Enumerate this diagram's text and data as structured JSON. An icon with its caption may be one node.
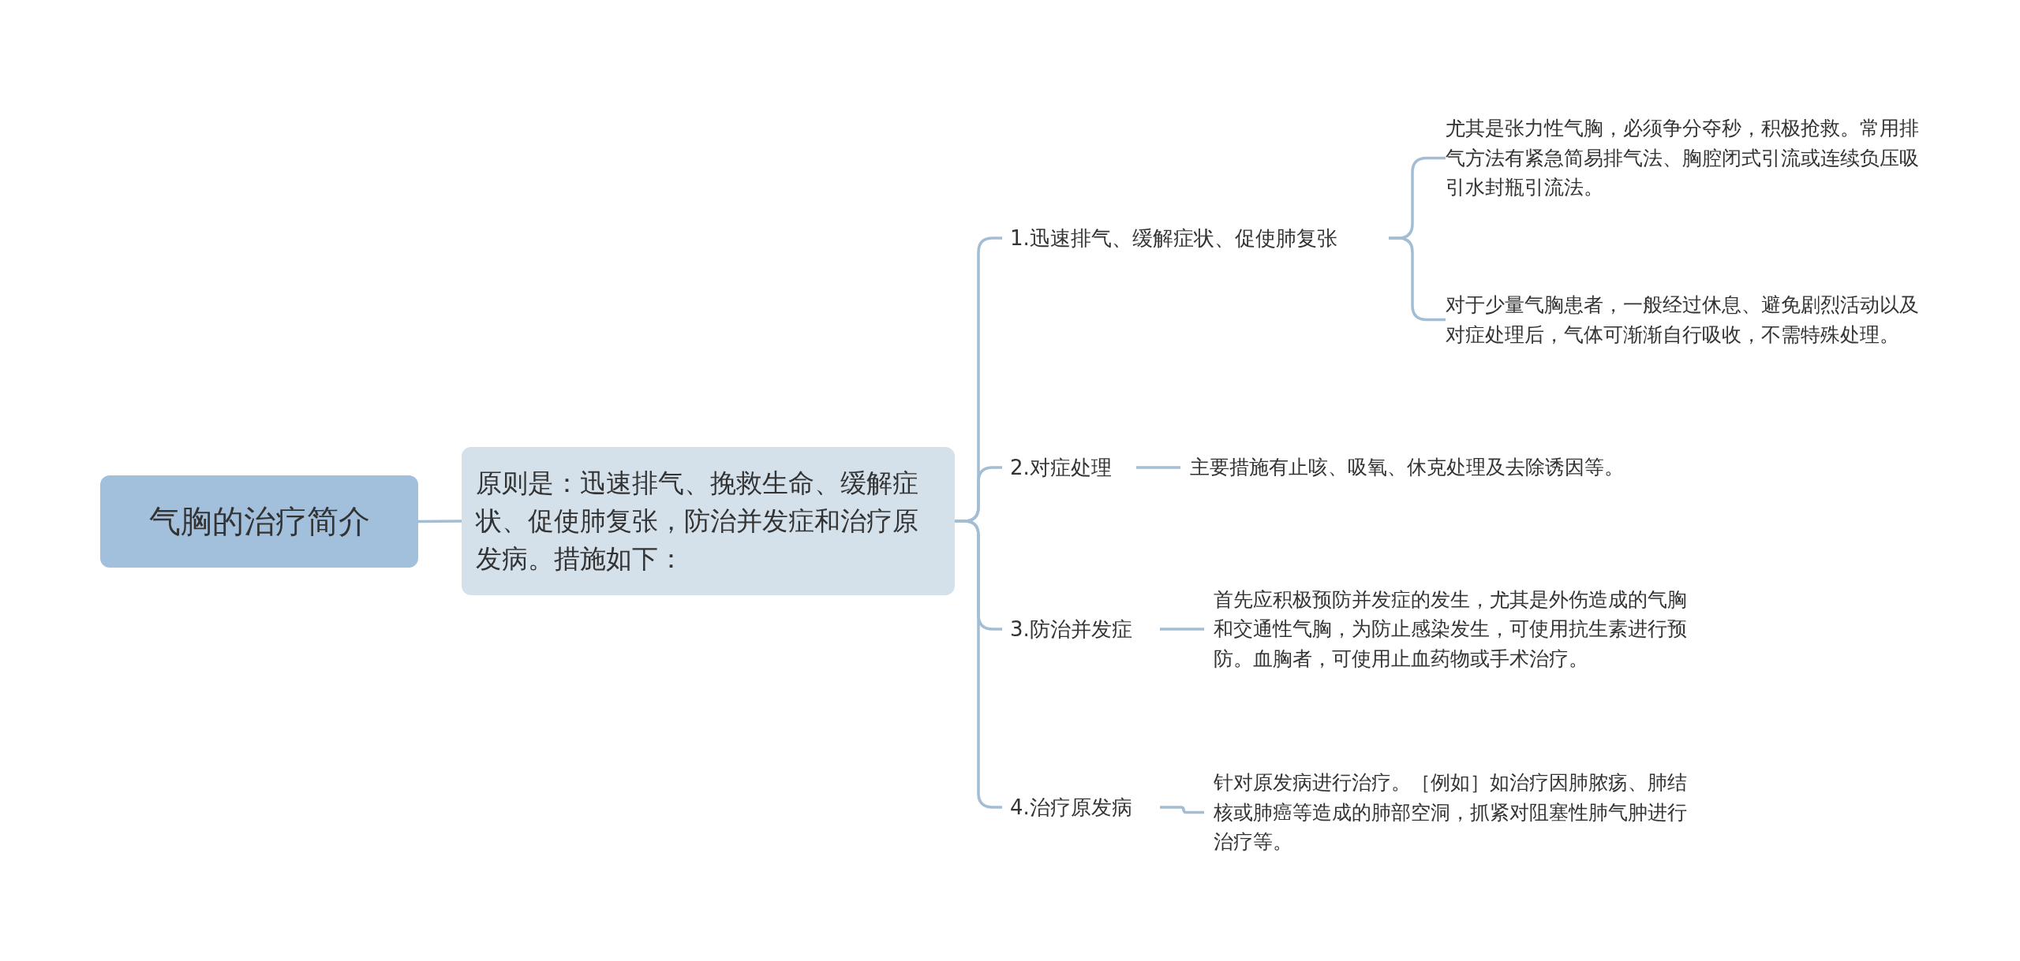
{
  "diagram": {
    "nodes": [
      {
        "text": [
          "气胸的治疗简介"
        ]
      },
      {
        "text": [
          "原则是：迅速排气、挽救生命、缓解症状、促使肺复张，防治并发症和治疗原发病。措施如下："
        ]
      },
      {
        "text": [
          "1.迅速排气、缓解症状、促使肺复张"
        ]
      },
      {
        "text": [
          "尤其是张力性气胸，必须争分夺秒，积极抢救。常用排气方法有紧急简易排气法、胸腔闭式引流或连续负压吸引水封瓶引流法。"
        ]
      },
      {
        "text": [
          "对于少量气胸患者，一般经过休息、避免剧烈活动以及对症处理后，气体可渐渐自行吸收，不需特殊处理。"
        ]
      },
      {
        "text": [
          "2.对症处理"
        ]
      },
      {
        "text": [
          "主要措施有止咳、吸氧、休克处理及去除诱因等。"
        ]
      },
      {
        "text": [
          "3.防治并发症"
        ]
      },
      {
        "text": [
          "首先应积极预防并发症的发生，尤其是外伤造成的气胸和交通性气胸，为防止感染发生，可使用抗生素进行预防。血胸者，可使用止血药物或手术治疗。"
        ]
      },
      {
        "text": [
          "4.治疗原发病"
        ]
      },
      {
        "text": [
          "针对原发病进行治疗。［例如］如治疗因肺脓疡、肺结核或肺癌等造成的肺部空洞，抓紧对阻塞性肺气肿进行治疗等。"
        ]
      }
    ],
    "edges": [
      {
        "from": 0,
        "to": 1,
        "arrow": "none"
      },
      {
        "from": 1,
        "to": 2,
        "arrow": "none"
      },
      {
        "from": 1,
        "to": 5,
        "arrow": "none"
      },
      {
        "from": 1,
        "to": 7,
        "arrow": "none"
      },
      {
        "from": 1,
        "to": 9,
        "arrow": "none"
      },
      {
        "from": 2,
        "to": 3,
        "arrow": "none"
      },
      {
        "from": 2,
        "to": 4,
        "arrow": "none"
      },
      {
        "from": 5,
        "to": 6,
        "arrow": "none"
      },
      {
        "from": 7,
        "to": 8,
        "arrow": "none"
      },
      {
        "from": 9,
        "to": 10,
        "arrow": "none"
      }
    ]
  }
}
